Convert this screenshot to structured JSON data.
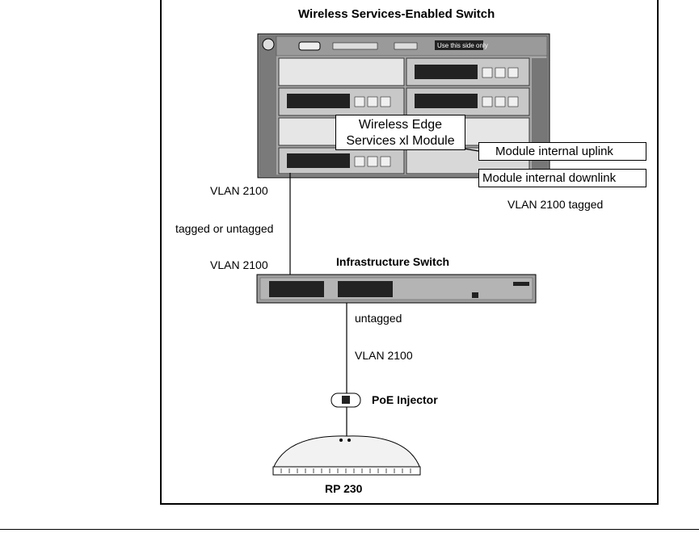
{
  "diagram": {
    "title": "Wireless Services-Enabled Switch",
    "module_label_line1": "Wireless Edge",
    "module_label_line2": "Services xl Module",
    "uplink_label": "Module internal uplink",
    "downlink_label": "Module internal downlink",
    "tagged_label": "VLAN 2100 tagged",
    "vlan_top": "VLAN 2100",
    "tagged_or_untagged": "tagged or untagged",
    "vlan_mid": "VLAN 2100",
    "infra_switch_label": "Infrastructure Switch",
    "untagged": "untagged",
    "vlan_bottom": "VLAN 2100",
    "poe_label": "PoE Injector",
    "rp_label": "RP 230",
    "chassis_panel_text": "Use this side only"
  }
}
